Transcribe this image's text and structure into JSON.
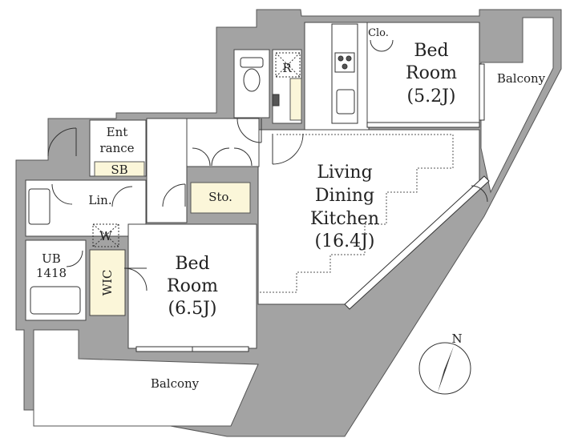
{
  "plan": {
    "labels": {
      "bed_room_1": {
        "line1": "Bed",
        "line2": "Room",
        "line3": "(5.2J)"
      },
      "bed_room_2": {
        "line1": "Bed",
        "line2": "Room",
        "line3": "(6.5J)"
      },
      "ldk": {
        "line1": "Living",
        "line2": "Dining",
        "line3": "Kitchen",
        "line4": "(16.4J)"
      },
      "entrance": {
        "line1": "Ent",
        "line2": "rance"
      },
      "shoe_box": "SB",
      "closet": "Clo.",
      "refrigerator": "R",
      "storage": "Sto.",
      "linen": "Lin.",
      "washer": "W",
      "unit_bath": {
        "line1": "UB",
        "line2": "1418"
      },
      "walk_in_closet": "WIC",
      "balcony_top": "Balcony",
      "balcony_bottom": "Balcony",
      "north": "N"
    },
    "colors": {
      "wall": "#a3a3a3",
      "floor": "#ffffff",
      "storage_fill": "#fbf6d9",
      "line": "#333333",
      "text": "#222222"
    }
  }
}
